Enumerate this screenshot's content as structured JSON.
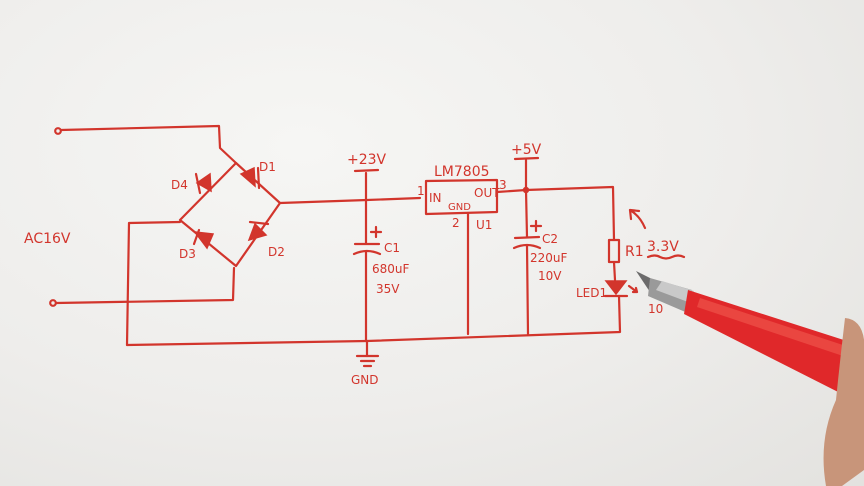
{
  "schematic": {
    "source_label": "AC16V",
    "rail_23": "+23V",
    "rail_5": "+5V",
    "ground_label": "GND",
    "regulator": {
      "name": "LM7805",
      "pin_in": "IN",
      "pin_out": "OUT",
      "pin_gnd": "GND",
      "ref": "U1",
      "pin1": "1",
      "pin2": "2",
      "pin3": "3"
    },
    "diodes": [
      "D1",
      "D2",
      "D3",
      "D4"
    ],
    "c1": {
      "ref": "C1",
      "value": "680uF",
      "voltage": "35V"
    },
    "c2": {
      "ref": "C2",
      "value": "220uF",
      "voltage": "10V"
    },
    "r1": {
      "ref": "R1",
      "value": "3.3V"
    },
    "led": {
      "ref": "LED1"
    },
    "partial_text": "10"
  },
  "colors": {
    "ink": "#d2352c",
    "paper": "#eeedeb",
    "pen_body": "#e0282a",
    "pen_tip": "#8a8a8a"
  }
}
